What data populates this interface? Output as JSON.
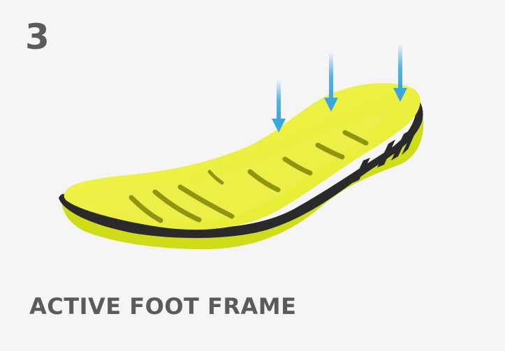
{
  "step": {
    "number": "3"
  },
  "caption": {
    "title": "ACTIVE FOOT FRAME"
  },
  "illustration": {
    "subject": "insole",
    "colors": {
      "background": "#f5f5f7",
      "text": "#5b5b5b",
      "insole_yellow": "#d8e61c",
      "insole_yellow_light": "#eef24a",
      "frame_black": "#2a2a2a",
      "arrow_blue": "#3aa6dd"
    },
    "arrow_count": 3,
    "groove_count": 8
  }
}
